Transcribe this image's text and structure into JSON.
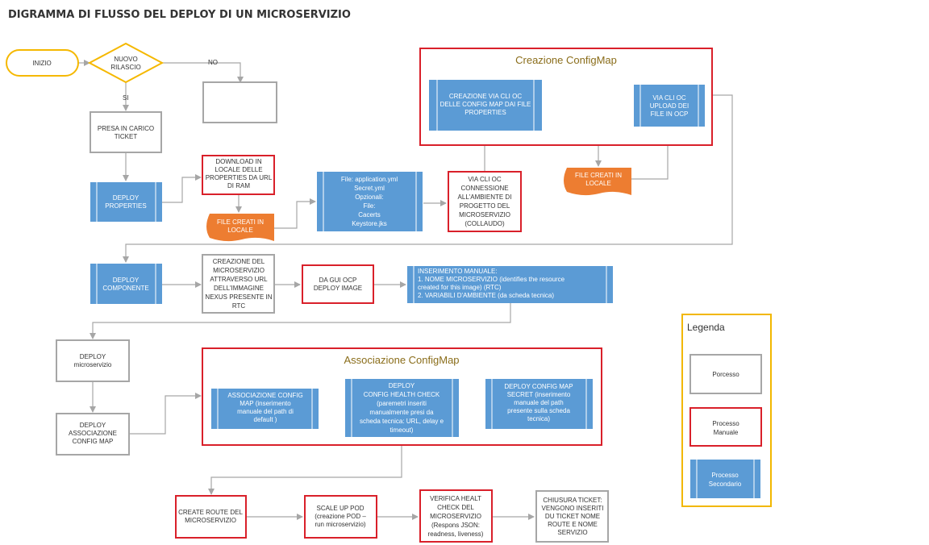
{
  "title": "DIGRAMMA DI FLUSSO  DEL DEPLOY DI UN MICROSERVIZIO",
  "colors": {
    "process_border": "#a6a6a6",
    "manual_border": "#d9202a",
    "secondary_fill": "#5b9bd5",
    "data_fill": "#ed7d31",
    "start_border": "#f5b800",
    "legend_border": "#f2b700"
  },
  "nodes": {
    "inizio": "INIZIO",
    "nuovo_rilascio": [
      "NUOVO",
      "RILASCIO"
    ],
    "no_label": "NO",
    "si_label": "SI",
    "presa_in_carico": [
      "PRESA IN CARICO",
      "TICKET"
    ],
    "deploy_properties": [
      "DEPLOY",
      "PROPERTIES"
    ],
    "download": [
      "DOWNLOAD IN",
      "LOCALE DELLE",
      "PROPERTIES DA URL",
      "DI RAM"
    ],
    "file_creati_1": [
      "FILE CREATI IN",
      "LOCALE"
    ],
    "files_list": [
      "File: application.yml",
      "Secret.yml",
      "Opzionali:",
      "File:",
      "Cacerts",
      "Keystore.jks"
    ],
    "via_cli_connessione": [
      "VIA CLI OC",
      "CONNESSIONE",
      "ALL'AMBIENTE DI",
      "PROGETTO DEL",
      "MICROSERVIZIO",
      "(COLLAUDO)"
    ],
    "file_creati_2": [
      "FILE CREATI IN",
      "LOCALE"
    ],
    "creazione_configmap_title": "Creazione ConfigMap",
    "creazione_via_cli": [
      "CREAZIONE VIA CLI OC",
      "DELLE CONFIG MAP DAI FILE",
      "PROPERTIES"
    ],
    "via_cli_upload": [
      "VIA CLI OC",
      "UPLOAD DEI",
      "FILE IN OCP"
    ],
    "deploy_componente": [
      "DEPLOY",
      "COMPONENTE"
    ],
    "creazione_microservizio": [
      "CREAZIONE DEL",
      "MICROSERVIZIO",
      "ATTRAVERSO URL",
      "DELL'IMMAGINE",
      "NEXUS PRESENTE IN",
      "RTC"
    ],
    "da_gui": [
      "DA GUI OCP",
      "DEPLOY IMAGE"
    ],
    "inserimento": [
      "INSERIMENTO MANUALE:",
      "1. NOME MICROSERVIZIO (identifies the resource",
      "created for this image) (RTC)",
      "2. VARIABILI D'AMBIENTE (da scheda tecnica)"
    ],
    "deploy_microservizio": [
      "DEPLOY",
      "microservizio"
    ],
    "deploy_associazione": [
      "DEPLOY",
      "ASSOCIAZIONE",
      "CONFIG MAP"
    ],
    "associazione_title": "Associazione ConfigMap",
    "assoc_config": [
      "ASSOCIAZIONE CONFIG",
      "MAP (inserimento",
      "manuale del path di",
      "default )"
    ],
    "deploy_health": [
      "DEPLOY",
      "CONFIG HEALTH CHECK",
      "(paremetri inseriti",
      "manualmente presi da",
      "scheda tecnica: URL, delay e",
      "timeout)"
    ],
    "deploy_secret": [
      "DEPLOY CONFIG MAP",
      "SECRET (inserimento",
      "manuale del path",
      "presente sulla scheda",
      "tecnica)"
    ],
    "create_route": [
      "CREATE ROUTE DEL",
      "MICROSERVIZIO"
    ],
    "scale_up": [
      "SCALE UP POD",
      "(creazione POD –",
      "run microservizio)"
    ],
    "verifica": [
      "VERIFICA HEALT",
      "CHECK DEL",
      "MICROSERVIZIO",
      "(Respons JSON:",
      "readness, liveness)"
    ],
    "chiusura": [
      "CHIUSURA TICKET:",
      "VENGONO INSERITI",
      "DU TICKET NOME",
      "ROUTE E NOME",
      "SERVIZIO"
    ]
  },
  "legend": {
    "title": "Legenda",
    "processo": "Porcesso",
    "manuale": [
      "Processo",
      "Manuale"
    ],
    "secondario": [
      "Processo",
      "Secondario"
    ]
  }
}
